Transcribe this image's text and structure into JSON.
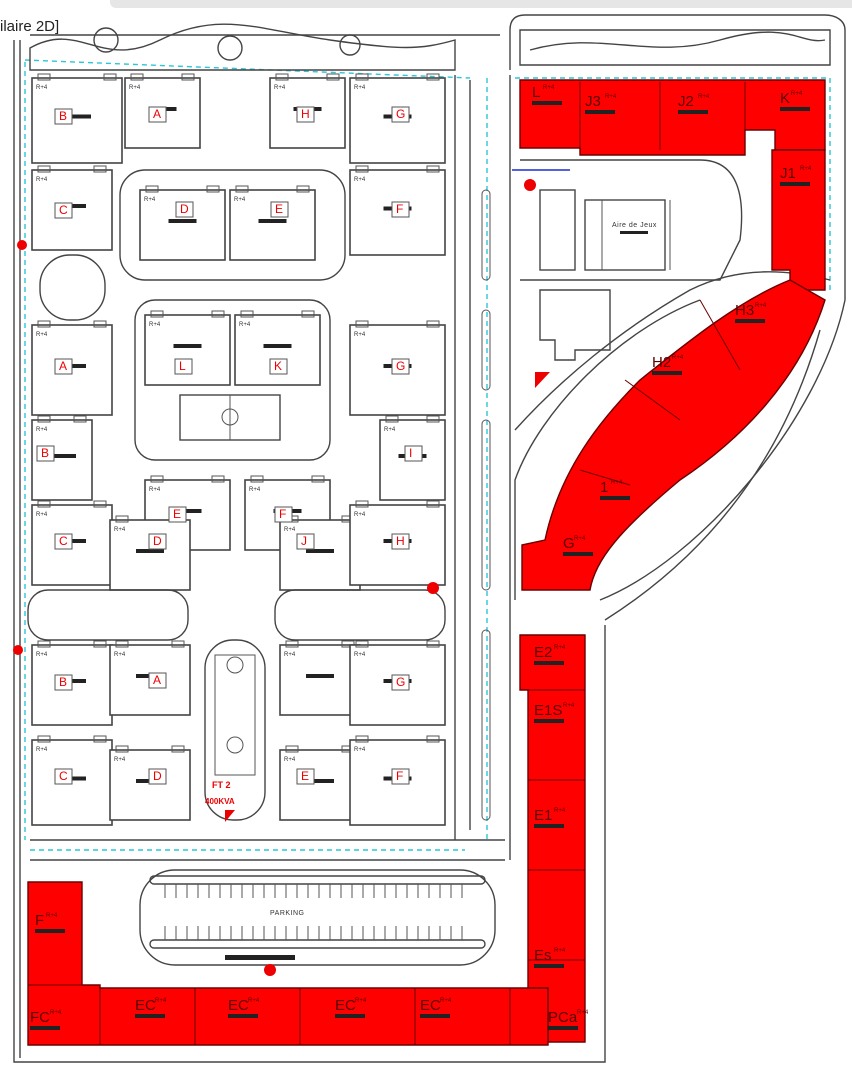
{
  "window": {
    "title_fragment": "ilaire 2D]"
  },
  "tag": "R+4",
  "left_complex": {
    "upper_labels": [
      "B",
      "A",
      "H",
      "G",
      "C",
      "D",
      "E",
      "F",
      "A",
      "L",
      "K",
      "G",
      "B",
      "I",
      "E",
      "F",
      "C",
      "D",
      "J",
      "H"
    ],
    "lower_labels": [
      "B",
      "A",
      "G",
      "C",
      "D",
      "E",
      "F"
    ]
  },
  "highlighted_buildings": {
    "color": "#ff0000",
    "labels": [
      "L",
      "J3",
      "J2",
      "K",
      "J1",
      "H3",
      "H2",
      "1",
      "G",
      "E2",
      "E1S",
      "E1",
      "Es",
      "PCa",
      "F",
      "FC",
      "EC",
      "EC",
      "EC",
      "EC"
    ]
  },
  "areas": {
    "playground": "Aire de Jeux",
    "parking": "PARKING",
    "transformer_name": "FT 2",
    "transformer_power": "400KVA"
  }
}
